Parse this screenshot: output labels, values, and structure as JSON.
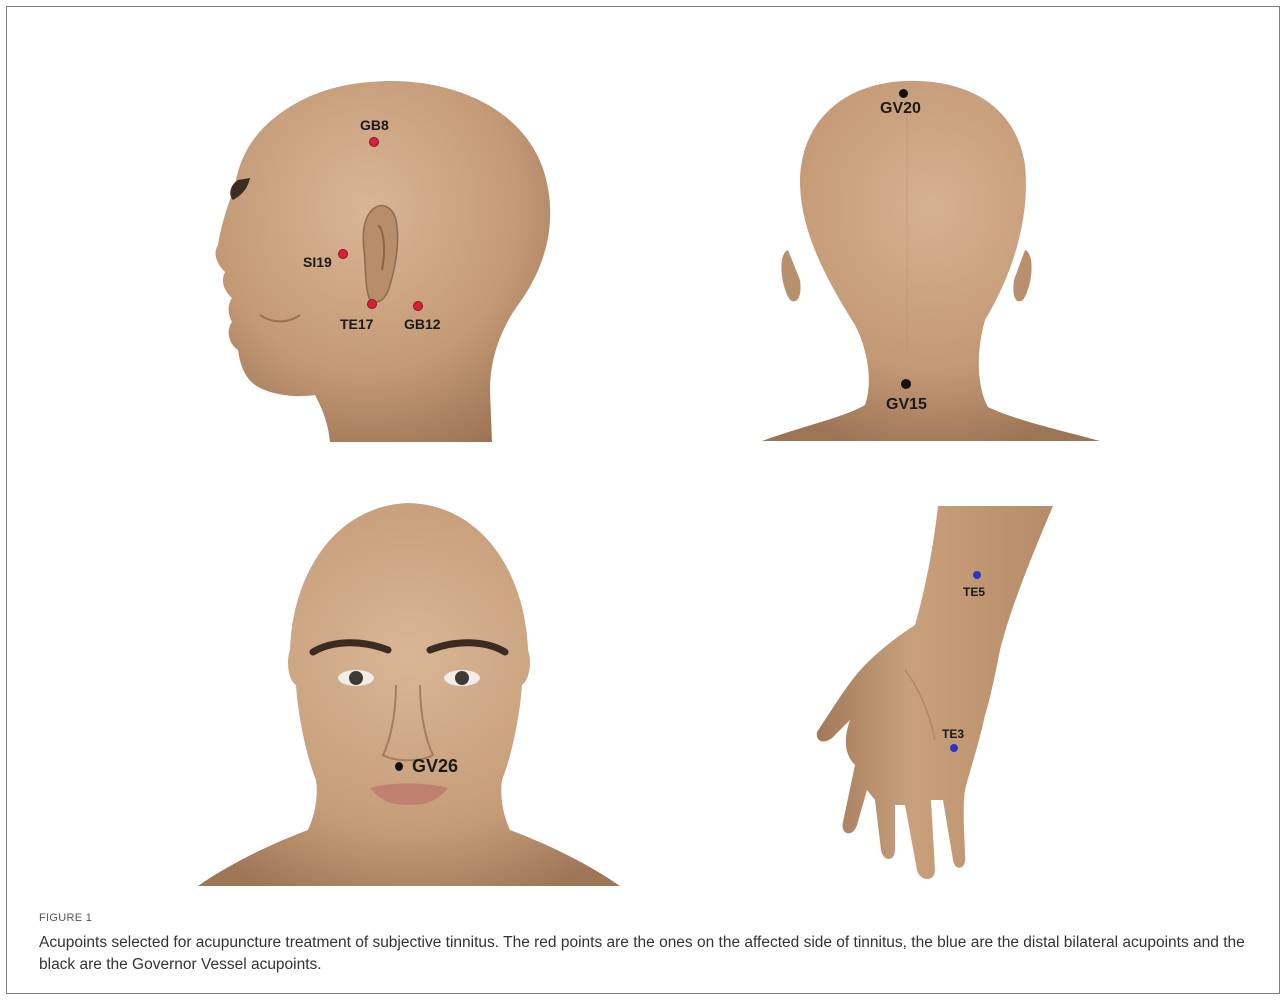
{
  "figure": {
    "label": "FIGURE 1",
    "caption": "Acupoints selected for acupuncture treatment of subjective tinnitus. The red points are the ones on the affected side of tinnitus, the blue are the distal bilateral acupoints and the black are the Governor Vessel acupoints."
  },
  "colors": {
    "affected_side_points": "#d8213a",
    "distal_bilateral_points": "#2a35c8",
    "governor_vessel_points": "#111111",
    "skin": "#c9a27d"
  },
  "panels": {
    "side_head": {
      "labels": {
        "gb8": "GB8",
        "si19": "SI19",
        "te17": "TE17",
        "gb12": "GB12"
      }
    },
    "back_head": {
      "labels": {
        "gv20": "GV20",
        "gv15": "GV15"
      }
    },
    "front_face": {
      "labels": {
        "gv26": "GV26"
      }
    },
    "hand": {
      "labels": {
        "te5": "TE5",
        "te3": "TE3"
      }
    }
  }
}
